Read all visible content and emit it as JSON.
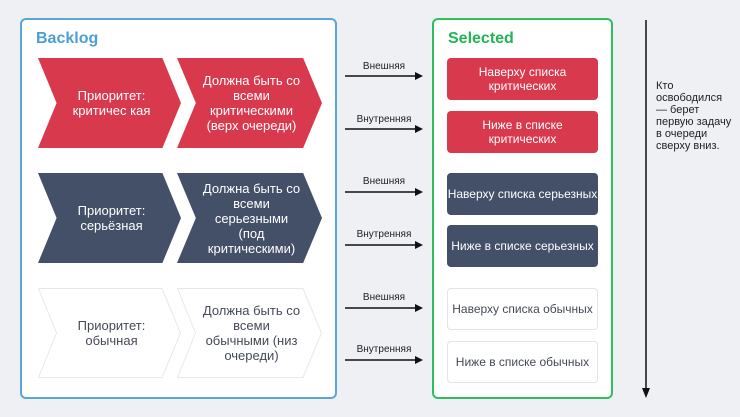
{
  "backlog": {
    "title": "Backlog",
    "rows": [
      {
        "priority": "Приоритет: критичес кая",
        "position": "Должна быть со всеми критическими (верх очереди)"
      },
      {
        "priority": "Приоритет: серьёзная",
        "position": "Должна быть со всеми серьезными (под критическими)"
      },
      {
        "priority": "Приоритет: обычная",
        "position": "Должна быть со всеми обычными (низ очереди)"
      }
    ]
  },
  "selected": {
    "title": "Selected",
    "items": [
      "Наверху списка критических",
      "Ниже в списке критических",
      "Наверху списка серьезных",
      "Ниже в списке серьезных",
      "Наверху списка обычных",
      "Ниже в списке обычных"
    ]
  },
  "arrows": [
    "Внешняя",
    "Внутренняя",
    "Внешняя",
    "Внутренняя",
    "Внешняя",
    "Внутренняя"
  ],
  "note": "Кто освободился — берет первую задачу в очереди сверху вниз.",
  "colors": {
    "critical": "#d9394d",
    "serious": "#445068",
    "normal": "#ffffff",
    "backlog_border": "#5aa6d8",
    "selected_border": "#2fbf5f"
  }
}
